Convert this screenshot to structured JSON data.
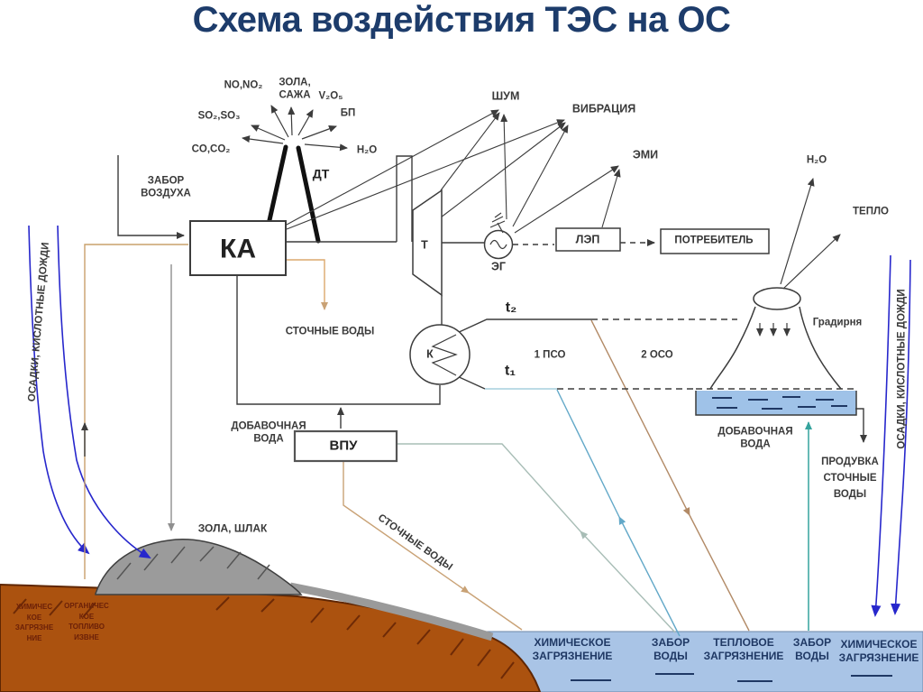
{
  "title": "Схема воздействия ТЭС на ОС",
  "colors": {
    "title_text": "#1d3c6b",
    "water": "#a9c4e6",
    "basin": "#9fc2e8",
    "ground": "#ab520f",
    "hill": "#9b9b9b",
    "rain_arrow": "#2727cc",
    "water_text": "#1f3864",
    "ground_text": "#6b2008"
  },
  "stack": {
    "label": "ДТ",
    "emissions": {
      "ash_line1": "ЗОЛА,",
      "ash_line2": "САЖА",
      "no": "NO,NO₂",
      "v2o5": "V₂O₅",
      "so": "SO₂,SO₃",
      "bp": "БП",
      "co": "CO,CO₂",
      "h2o": "H₂O"
    }
  },
  "air_intake": {
    "line1": "ЗАБОР",
    "line2": "ВОЗДУХА"
  },
  "boiler_label": "КА",
  "turbine_label": "Т",
  "generator_label": "ЭГ",
  "condenser_label": "К",
  "impacts": {
    "noise": "ШУМ",
    "vibration": "ВИБРАЦИЯ",
    "emi": "ЭМИ"
  },
  "power": {
    "lep": "ЛЭП",
    "consumer": "ПОТРЕБИТЕЛЬ"
  },
  "heat_network": {
    "t2": "t₂",
    "t1": "t₁",
    "pso": "1 ПСО",
    "oso": "2 ОСО"
  },
  "cooling": {
    "tower": "Градирня",
    "h2o": "H₂O",
    "heat": "ТЕПЛО",
    "makeup_line1": "ДОБАВОЧНАЯ",
    "makeup_line2": "ВОДА",
    "blowdown_line1": "ПРОДУВКА",
    "blowdown_line2": "СТОЧНЫЕ",
    "blowdown_line3": "ВОДЫ"
  },
  "vpu": {
    "label": "ВПУ",
    "makeup_line1": "ДОБАВОЧНАЯ",
    "makeup_line2": "ВОДА",
    "waste": "СТОЧНЫЕ ВОДЫ"
  },
  "boiler_waste": "СТОЧНЫЕ ВОДЫ",
  "ash_heap": "ЗОЛА, ШЛАК",
  "rain_left": "ОСАДКИ, КИСЛОТНЫЕ ДОЖДИ",
  "rain_right": "ОСАДКИ, КИСЛОТНЫЕ ДОЖДИ",
  "ground_labels": {
    "chem": {
      "line1": "ХИМИЧЕС",
      "line2": "КОЕ",
      "line3": "ЗАГРЯЗНЕ",
      "line4": "НИЕ"
    },
    "fuel": {
      "line1": "ОРГАНИЧЕС",
      "line2": "КОЕ",
      "line3": "ТОПЛИВО",
      "line4": "ИЗВНЕ"
    }
  },
  "water_labels": [
    {
      "line1": "ХИМИЧЕСКОЕ",
      "line2": "ЗАГРЯЗНЕНИЕ"
    },
    {
      "line1": "ЗАБОР",
      "line2": "ВОДЫ"
    },
    {
      "line1": "ТЕПЛОВОЕ",
      "line2": "ЗАГРЯЗНЕНИЕ"
    },
    {
      "line1": "ЗАБОР",
      "line2": "ВОДЫ"
    },
    {
      "line1": "ХИМИЧЕСКОЕ",
      "line2": "ЗАГРЯЗНЕНИЕ"
    }
  ]
}
